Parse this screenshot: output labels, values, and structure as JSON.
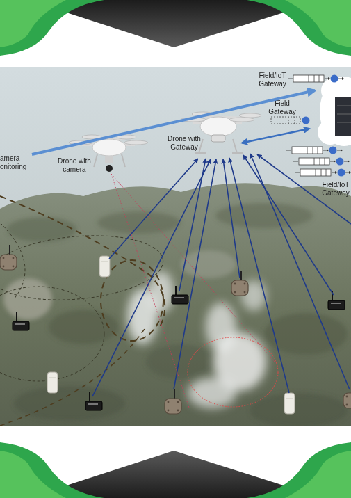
{
  "diagram": {
    "nodes": [
      {
        "text": [
          "Field/IoT Gateway"
        ]
      },
      {
        "text": [
          "Field Gateway"
        ]
      },
      {
        "text": [
          "Drone with Gateway"
        ]
      },
      {
        "text": [
          "amera onitoring"
        ]
      },
      {
        "text": [
          "Drone with camera"
        ]
      },
      {
        "text": [
          "Field/IoT Gateway"
        ]
      }
    ],
    "edges": [
      {
        "from": 3,
        "to": 0,
        "arrow": "to"
      },
      {
        "from": 2,
        "to": 1,
        "arrow": "both"
      }
    ]
  }
}
